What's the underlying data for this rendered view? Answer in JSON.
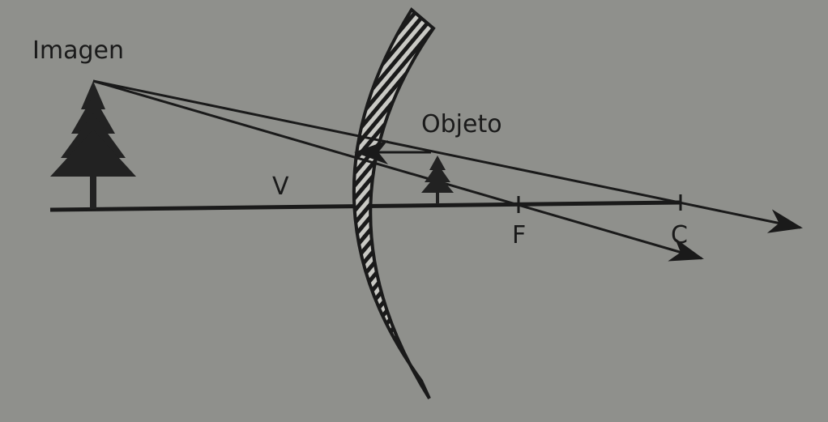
{
  "labels": {
    "image": "Imagen",
    "object": "Objeto",
    "vertex": "V",
    "focus": "F",
    "center": "C"
  },
  "colors": {
    "background": "#8f908c",
    "ink": "#1a1a1a"
  }
}
